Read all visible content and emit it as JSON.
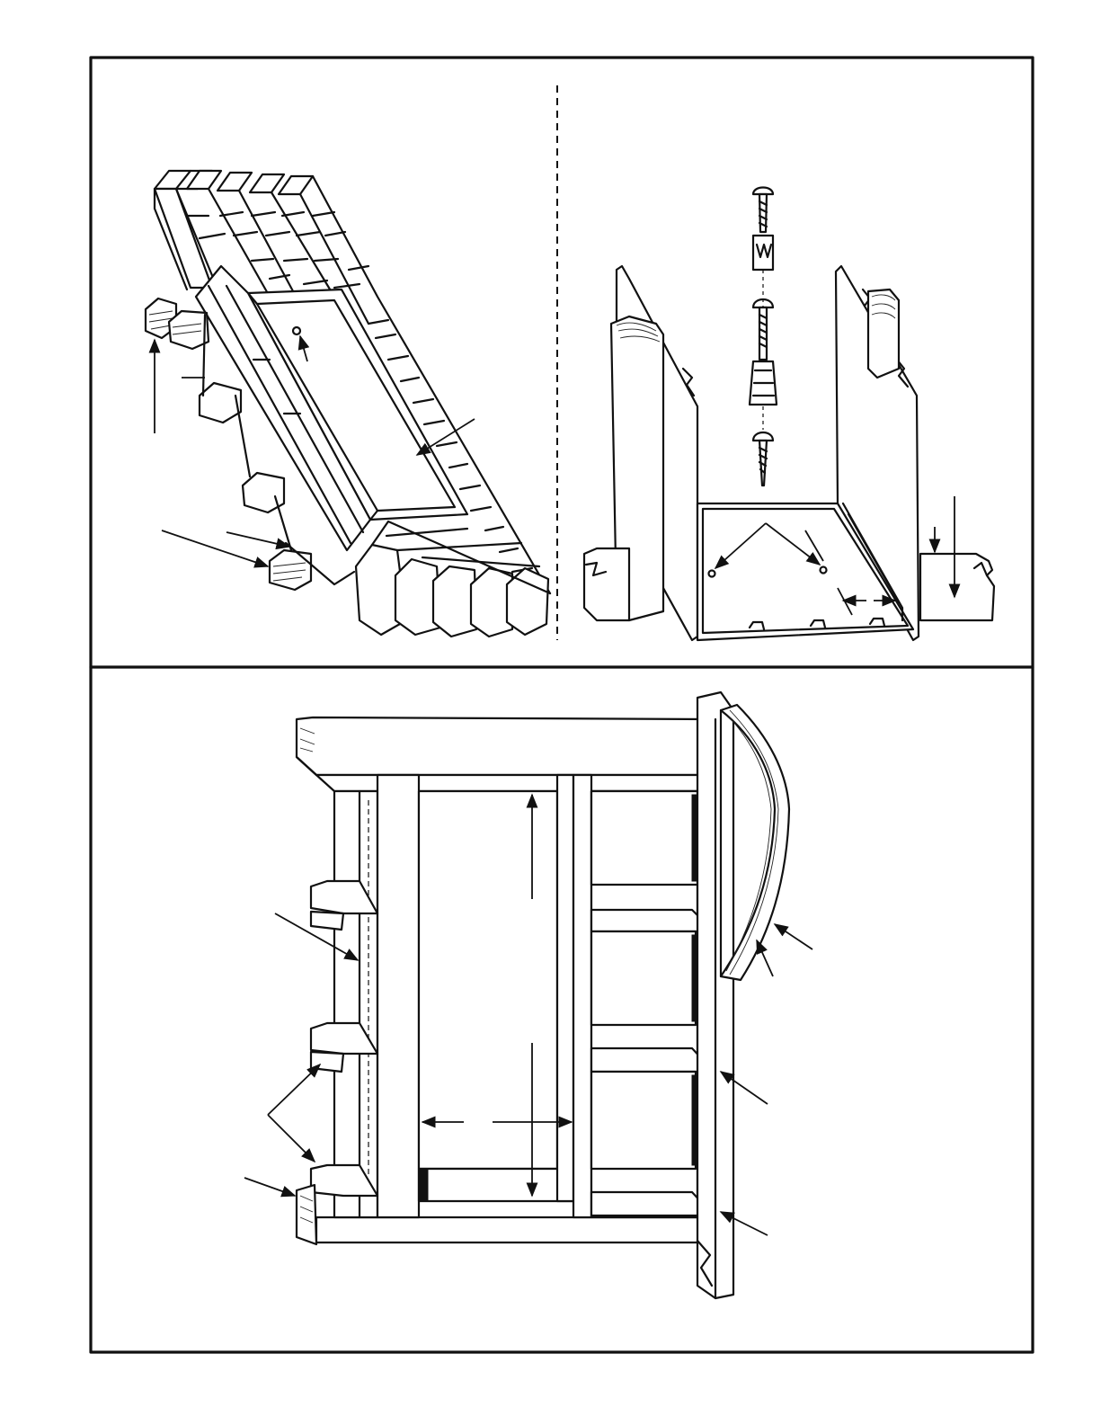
{
  "figure": {
    "panels": [
      {
        "id": "top-left",
        "description_icon": "brick-wall-with-framing-icon"
      },
      {
        "id": "top-right",
        "description_icon": "plastic-box-with-anchor-bolts-icon"
      },
      {
        "id": "bottom",
        "description_icon": "framed-window-opening-icon"
      }
    ],
    "colors": {
      "ink": "#111111",
      "paper": "#ffffff"
    }
  }
}
